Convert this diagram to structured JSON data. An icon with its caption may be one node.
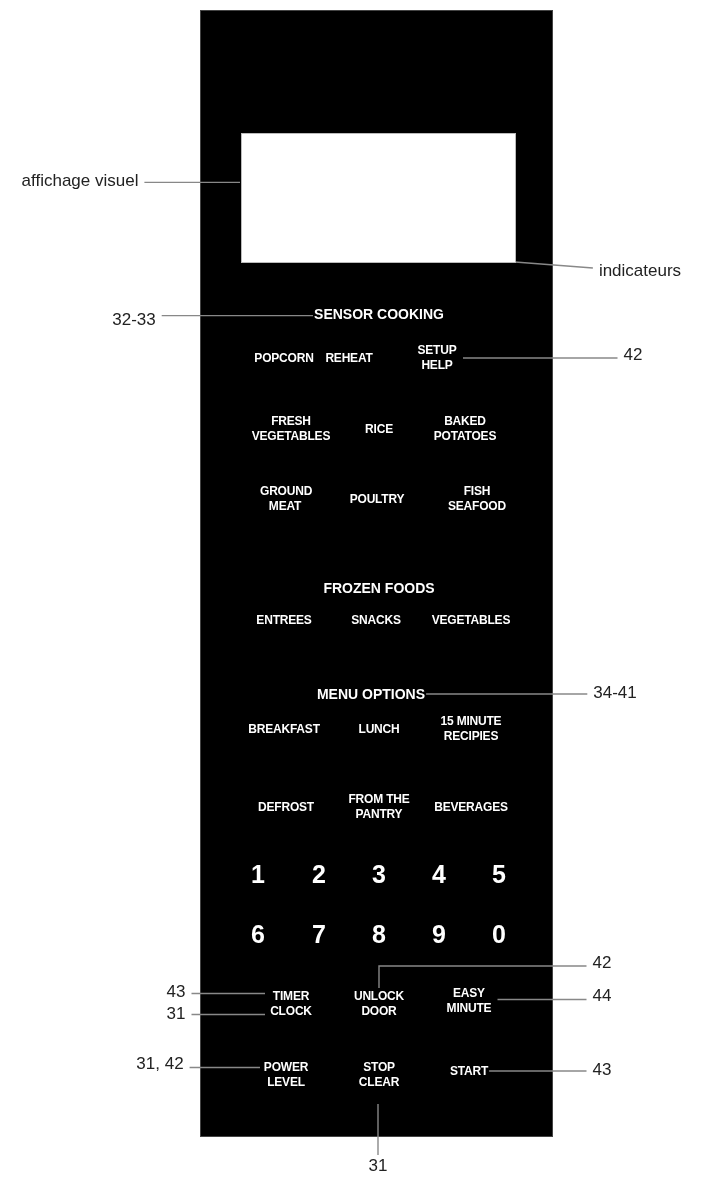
{
  "diagram": {
    "nodes": [
      {
        "text": [],
        "shape": "box"
      },
      {
        "text": [],
        "shape": "box",
        "in": 0
      },
      {
        "text": [
          "affichage visuel"
        ]
      },
      {
        "text": [
          "indicateurs"
        ]
      },
      {
        "text": [
          "32-33"
        ]
      },
      {
        "text": [
          "SENSOR COOKING"
        ],
        "in": 0
      },
      {
        "text": [
          "SETUP HELP"
        ],
        "in": 0
      },
      {
        "text": [
          "42"
        ]
      },
      {
        "text": [
          "MENU OPTIONS"
        ],
        "in": 0
      },
      {
        "text": [
          "34-41"
        ]
      },
      {
        "text": [
          "43"
        ]
      },
      {
        "text": [
          "42"
        ]
      },
      {
        "text": [
          "TIMER CLOCK"
        ],
        "in": 0
      },
      {
        "text": [
          "UNLOCK DOOR"
        ],
        "in": 0
      },
      {
        "text": [
          "EASY MINUTE"
        ],
        "in": 0
      },
      {
        "text": [
          "44"
        ]
      },
      {
        "text": [
          "31"
        ]
      },
      {
        "text": [
          "31, 42"
        ]
      },
      {
        "text": [
          "POWER LEVEL"
        ],
        "in": 0
      },
      {
        "text": [
          "STOP CLEAR"
        ],
        "in": 0
      },
      {
        "text": [
          "START"
        ],
        "in": 0
      },
      {
        "text": [
          "43"
        ]
      },
      {
        "text": [
          "31"
        ]
      }
    ],
    "edges": [
      {
        "from": 2,
        "to": 1,
        "arrow": "none"
      },
      {
        "from": 3,
        "to": 1,
        "arrow": "none"
      },
      {
        "from": 4,
        "to": 5,
        "arrow": "none"
      },
      {
        "from": 7,
        "to": 6,
        "arrow": "none"
      },
      {
        "from": 9,
        "to": 8,
        "arrow": "none"
      },
      {
        "from": 10,
        "to": 12,
        "arrow": "none"
      },
      {
        "from": 11,
        "to": 13,
        "arrow": "none"
      },
      {
        "from": 15,
        "to": 14,
        "arrow": "none"
      },
      {
        "from": 16,
        "to": 12,
        "arrow": "none"
      },
      {
        "from": 17,
        "to": 18,
        "arrow": "none"
      },
      {
        "from": 21,
        "to": 20,
        "arrow": "none"
      },
      {
        "from": 22,
        "to": 19,
        "arrow": "none"
      }
    ],
    "labels": [
      "POPCORN",
      "REHEAT",
      "FRESH VEGETABLES",
      "RICE",
      "BAKED POTATOES",
      "GROUND MEAT",
      "POULTRY",
      "FISH SEAFOOD",
      "FROZEN FOODS",
      "ENTREES",
      "SNACKS",
      "VEGETABLES",
      "BREAKFAST",
      "LUNCH",
      "15 MINUTE RECIPIES",
      "DEFROST",
      "FROM THE PANTRY",
      "BEVERAGES",
      "1",
      "2",
      "3",
      "4",
      "5",
      "6",
      "7",
      "8",
      "9",
      "0"
    ]
  }
}
